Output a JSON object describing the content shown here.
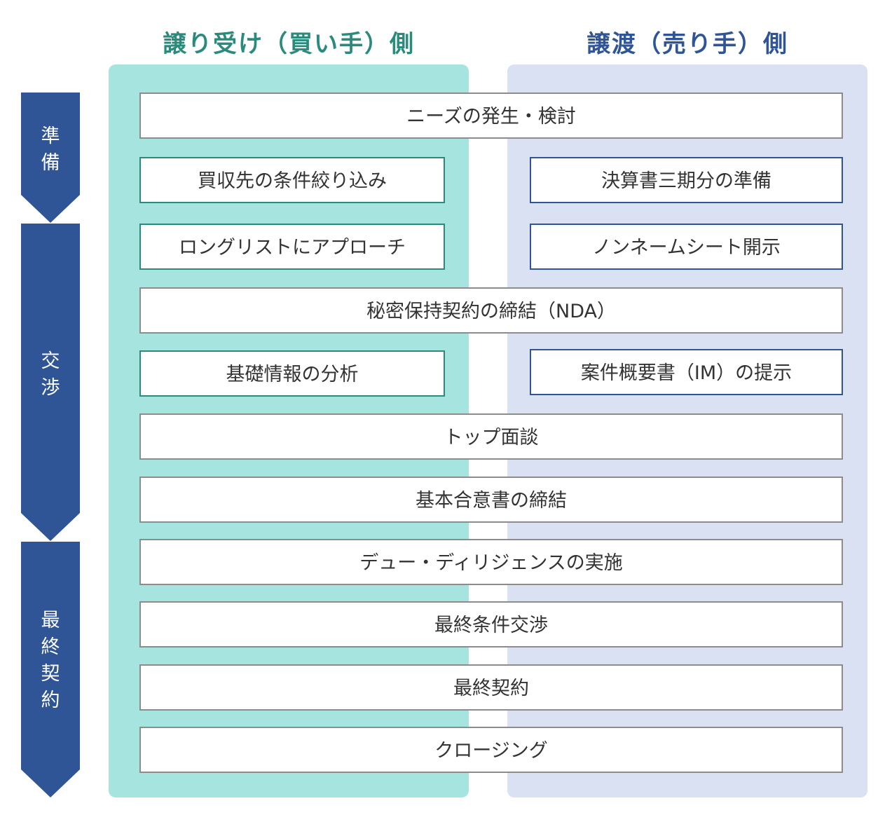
{
  "header": {
    "buyer": "譲り受け（買い手）側",
    "seller": "譲渡（売り手）側"
  },
  "phases": [
    "準\n備",
    "交\n渉",
    "最\n終\n契\n約"
  ],
  "steps": {
    "needs": "ニーズの発生・検討",
    "buyer_narrow": "買収先の条件絞り込み",
    "seller_financials": "決算書三期分の準備",
    "buyer_longlist": "ロングリストにアプローチ",
    "seller_nonname": "ノンネームシート開示",
    "nda": "秘密保持契約の締結（NDA）",
    "buyer_analysis": "基礎情報の分析",
    "seller_im": "案件概要書（IM）の提示",
    "top_meeting": "トップ面談",
    "loi": "基本合意書の締結",
    "dd": "デュー・ディリジェンスの実施",
    "final_negotiation": "最終条件交渉",
    "final_contract": "最終契約",
    "closing": "クロージング"
  },
  "colors": {
    "buyer_panel": "#a6e5df",
    "seller_panel": "#d9e1f2",
    "buyer_accent": "#2a8a7c",
    "seller_accent": "#2f5597",
    "phase_arrow": "#2f5597",
    "shared_border": "#8c8c8c"
  }
}
